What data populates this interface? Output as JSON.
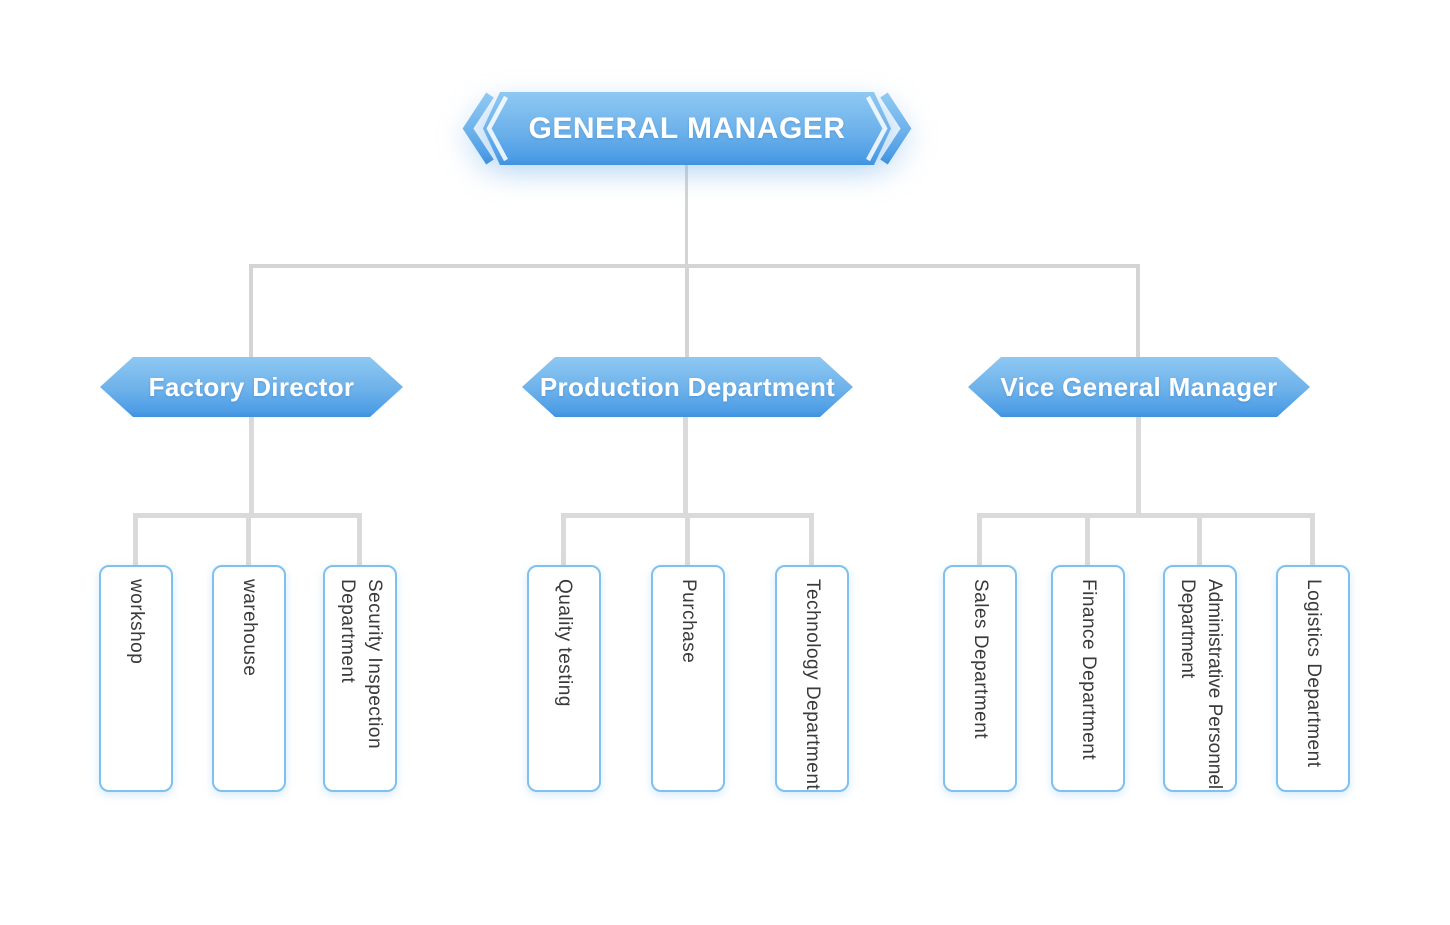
{
  "org_chart": {
    "type": "org-chart",
    "root": {
      "label": "GENERAL MANAGER"
    },
    "branches": [
      {
        "label": "Factory Director",
        "children": [
          {
            "label": "workshop"
          },
          {
            "label": "warehouse"
          },
          {
            "label": "Security Inspection Department"
          }
        ]
      },
      {
        "label": "Production Department",
        "children": [
          {
            "label": "Quality testing"
          },
          {
            "label": "Purchase"
          },
          {
            "label": "Technology Department"
          }
        ]
      },
      {
        "label": "Vice General Manager",
        "children": [
          {
            "label": "Sales Department"
          },
          {
            "label": "Finance Department"
          },
          {
            "label": "Administrative Personnel Department"
          },
          {
            "label": "Logistics Department"
          }
        ]
      }
    ]
  },
  "colors": {
    "banner_gradient_top": "#8ec8f2",
    "banner_gradient_bottom": "#4d9de6",
    "banner_edge": "#3f92de",
    "banner_text": "#ffffff",
    "connector": "#d6d6d6",
    "leaf_border": "#7fc1ee",
    "leaf_text": "#3a3a3a",
    "background": "#ffffff"
  }
}
